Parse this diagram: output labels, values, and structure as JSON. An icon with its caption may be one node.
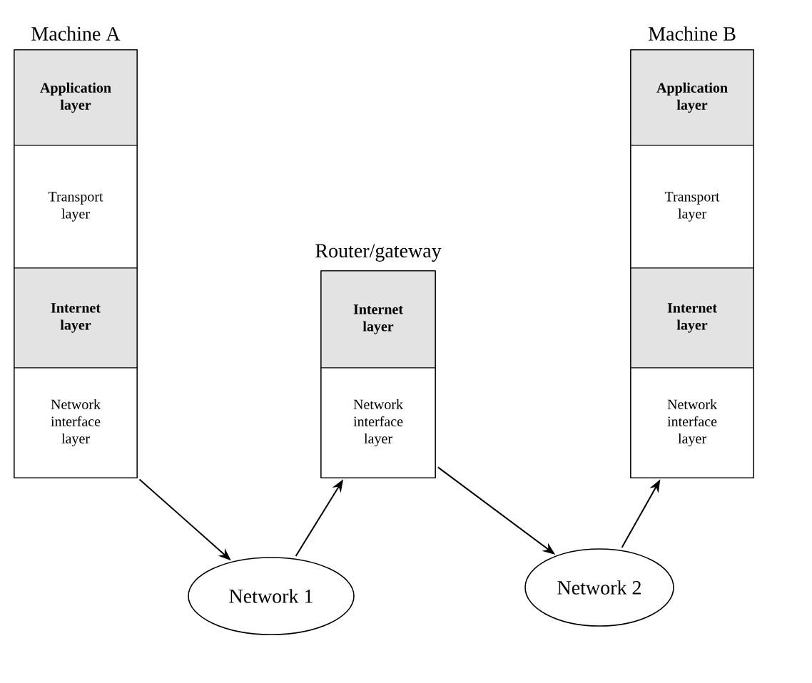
{
  "diagram": {
    "nodes": [
      {
        "text": [
          "Machine A"
        ]
      },
      {
        "text": [
          "Application layer"
        ],
        "in": 0
      },
      {
        "text": [
          "Transport layer"
        ],
        "in": 0
      },
      {
        "text": [
          "Internet layer"
        ],
        "in": 0
      },
      {
        "text": [
          "Network interface layer"
        ],
        "in": 0
      },
      {
        "text": [
          "Router/gateway"
        ]
      },
      {
        "text": [
          "Internet layer"
        ],
        "in": 5
      },
      {
        "text": [
          "Network interface layer"
        ],
        "in": 5
      },
      {
        "text": [
          "Machine B"
        ]
      },
      {
        "text": [
          "Application layer"
        ],
        "in": 8
      },
      {
        "text": [
          "Transport layer"
        ],
        "in": 8
      },
      {
        "text": [
          "Internet layer"
        ],
        "in": 8
      },
      {
        "text": [
          "Network interface layer"
        ],
        "in": 8
      },
      {
        "text": [
          "Network 1"
        ]
      },
      {
        "text": [
          "Network 2"
        ]
      }
    ],
    "edges": [
      {
        "from": 4,
        "to": 13,
        "arrow": "to"
      },
      {
        "from": 13,
        "to": 7,
        "arrow": "to"
      },
      {
        "from": 7,
        "to": 14,
        "arrow": "to"
      },
      {
        "from": 14,
        "to": 12,
        "arrow": "to"
      }
    ]
  }
}
